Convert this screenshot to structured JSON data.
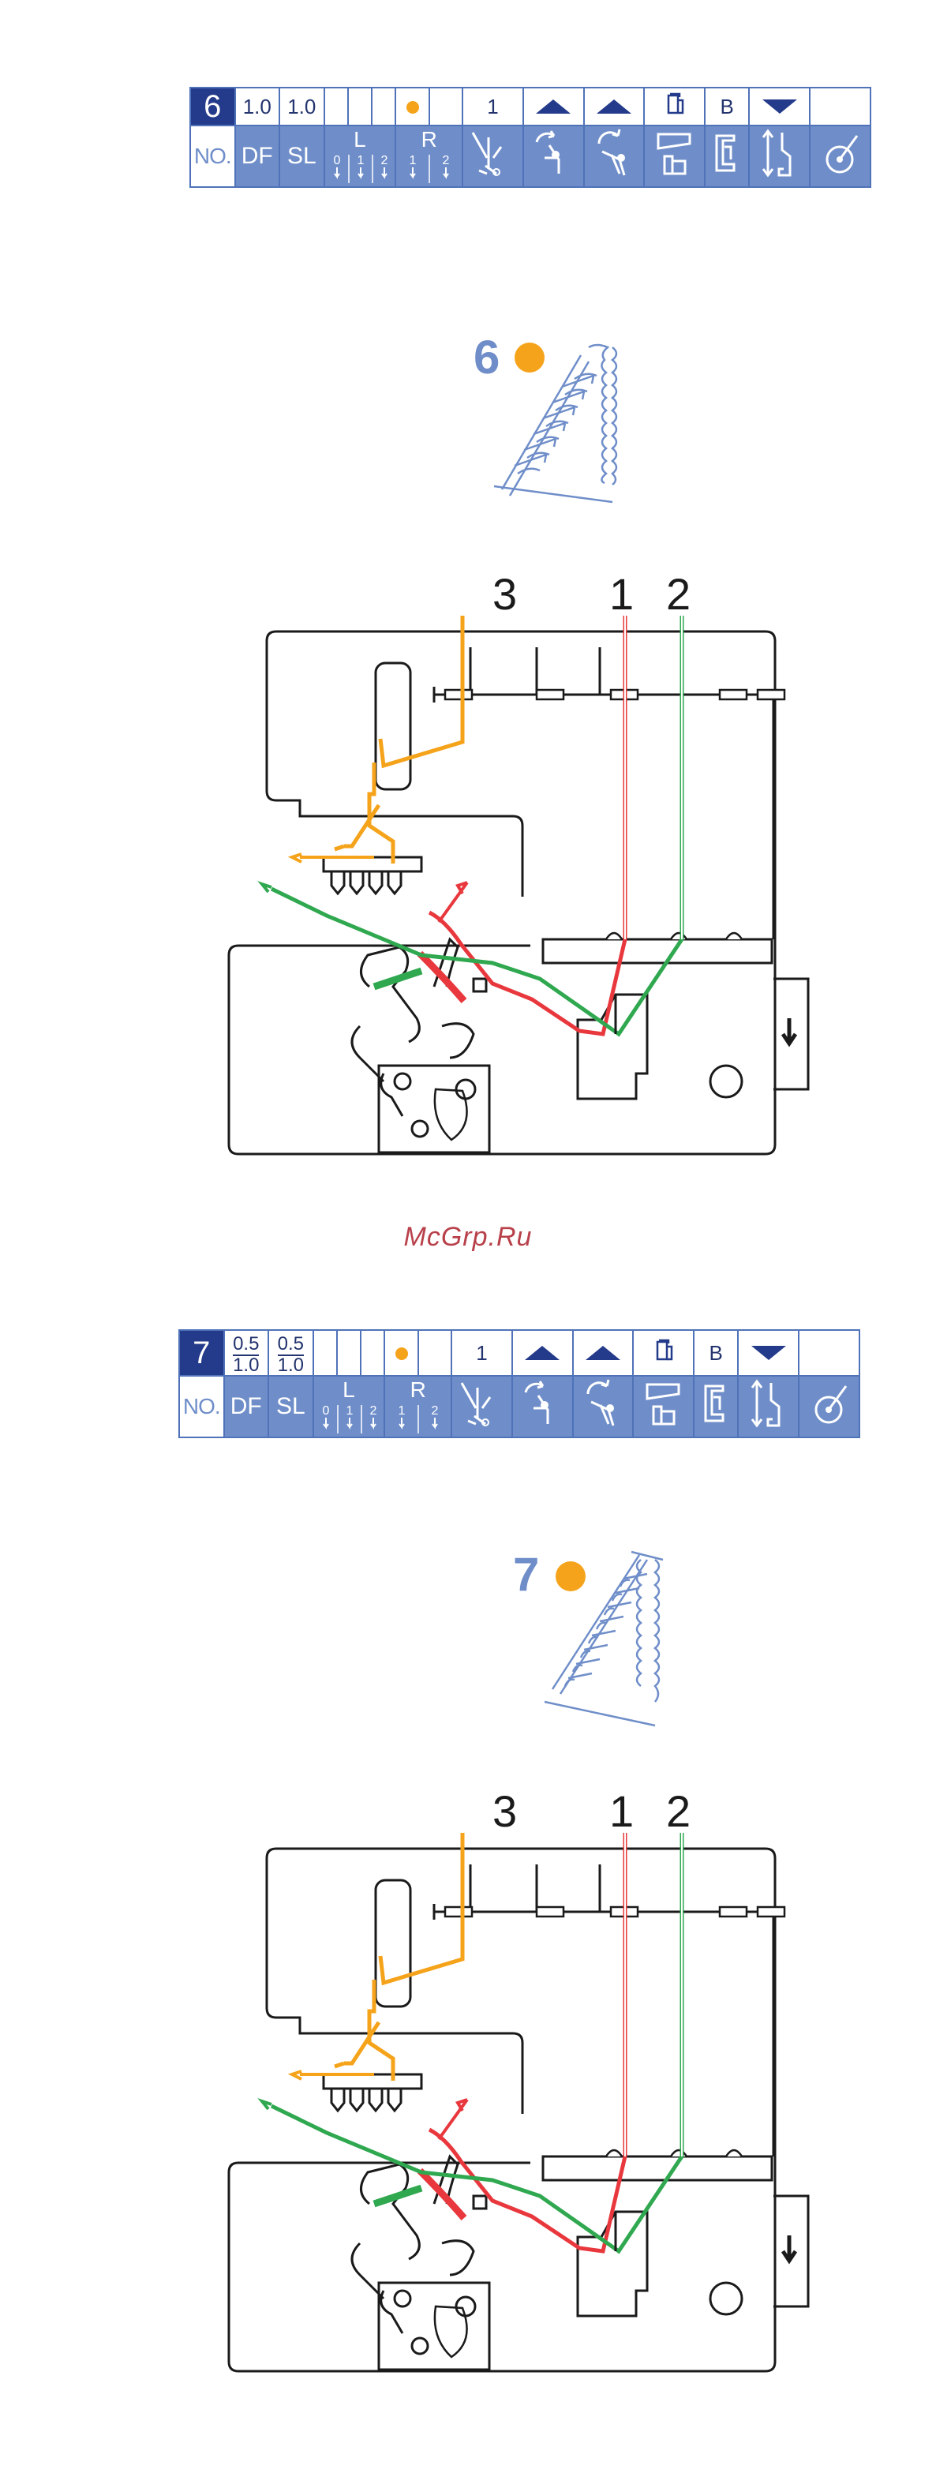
{
  "watermark": "McGrp.Ru",
  "header_labels": {
    "no": "NO.",
    "df": "DF",
    "sl": "SL",
    "l": "L",
    "r": "R",
    "l_needles": [
      "0",
      "1",
      "2"
    ],
    "r_needles": [
      "1",
      "2"
    ]
  },
  "sections": [
    {
      "number": "6",
      "df": "1.0",
      "sl": "1.0",
      "df_num": "",
      "df_den": "",
      "sl_num": "",
      "sl_den": "",
      "tension_setting": "1",
      "setting_letter": "B",
      "stitch_label": "6",
      "thread_numbers": [
        "3",
        "1",
        "2"
      ],
      "thread_colors": {
        "thread_3": "#f5a31a",
        "thread_1": "#e8383d",
        "thread_2": "#2fa84f"
      }
    },
    {
      "number": "7",
      "df": "",
      "sl": "",
      "df_num": "0.5",
      "df_den": "1.0",
      "sl_num": "0.5",
      "sl_den": "1.0",
      "tension_setting": "1",
      "setting_letter": "B",
      "stitch_label": "7",
      "thread_numbers": [
        "3",
        "1",
        "2"
      ],
      "thread_colors": {
        "thread_3": "#f5a31a",
        "thread_1": "#e8383d",
        "thread_2": "#2fa84f"
      }
    }
  ],
  "colors": {
    "header_dark": "#243a8a",
    "header_light": "#6f8ec9",
    "indicator_dot": "#f5a31a"
  }
}
